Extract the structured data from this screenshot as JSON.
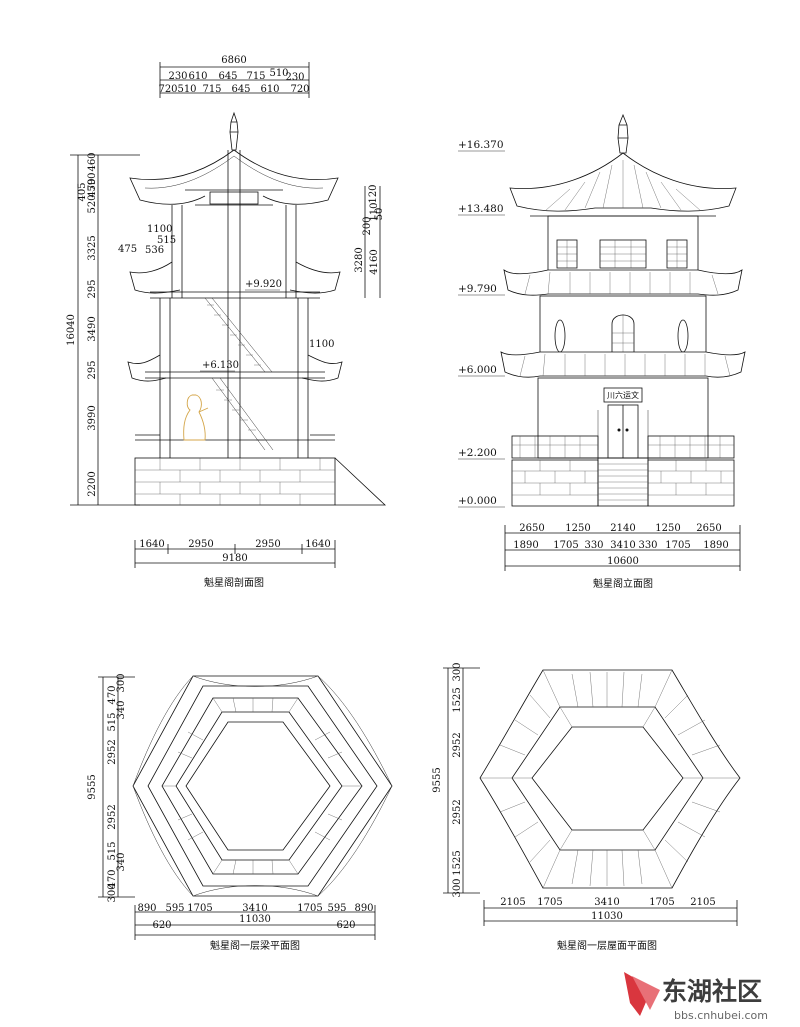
{
  "captions": {
    "section": "魁星阁剖面图",
    "elevation": "魁星阁立面图",
    "beam_plan": "魁星阁一层梁平面图",
    "roof_plan": "魁星阁一层屋面平面图"
  },
  "section_dims": {
    "top_total": "6860",
    "top_row1": [
      "230",
      "610",
      "645",
      "715",
      "510",
      "230"
    ],
    "top_row2": [
      "720",
      "510",
      "715",
      "645",
      "610",
      "720"
    ],
    "left_heights": [
      "460",
      "590",
      "405",
      "470",
      "520",
      "3325",
      "295",
      "3490",
      "295",
      "3990",
      "2200"
    ],
    "left_total": "16040",
    "right_heights": [
      "120",
      "200",
      "110",
      "3280",
      "4160"
    ],
    "right_small": "50",
    "inner_labels": [
      "1100",
      "515",
      "475",
      "536",
      "1100"
    ],
    "levels": [
      "+9.920",
      "+6.130"
    ],
    "bottom_row": [
      "1640",
      "2950",
      "2950",
      "1640"
    ],
    "bottom_total": "9180"
  },
  "elevation": {
    "levels": [
      "+16.370",
      "+13.480",
      "+9.790",
      "+6.000",
      "+2.200",
      "+0.000"
    ],
    "plaque": "川六运文",
    "bottom_row1": [
      "2650",
      "1250",
      "2140",
      "1250",
      "2650"
    ],
    "bottom_row2": [
      "1890",
      "1705",
      "330",
      "3410",
      "330",
      "1705",
      "1890"
    ],
    "bottom_total": "10600"
  },
  "beam_plan": {
    "left_dims": [
      "300",
      "470",
      "340",
      "515",
      "2952",
      "2952",
      "515",
      "340",
      "470",
      "300"
    ],
    "left_total": "9555",
    "bottom_row1": [
      "890",
      "595",
      "1705",
      "3410",
      "1705",
      "595",
      "890"
    ],
    "bottom_row2": [
      "620",
      "620"
    ],
    "bottom_total": "11030"
  },
  "roof_plan": {
    "left_dims": [
      "300",
      "1525",
      "2952",
      "2952",
      "1525",
      "300"
    ],
    "left_total": "9555",
    "bottom_row1": [
      "2105",
      "1705",
      "3410",
      "1705",
      "2105"
    ],
    "bottom_total": "11030"
  },
  "watermark": {
    "main": "东湖社区",
    "sub": "bbs.cnhubei.com"
  },
  "colors": {
    "line": "#111111",
    "figure": "#d4a64a",
    "watermark_red": "#d9363e"
  }
}
